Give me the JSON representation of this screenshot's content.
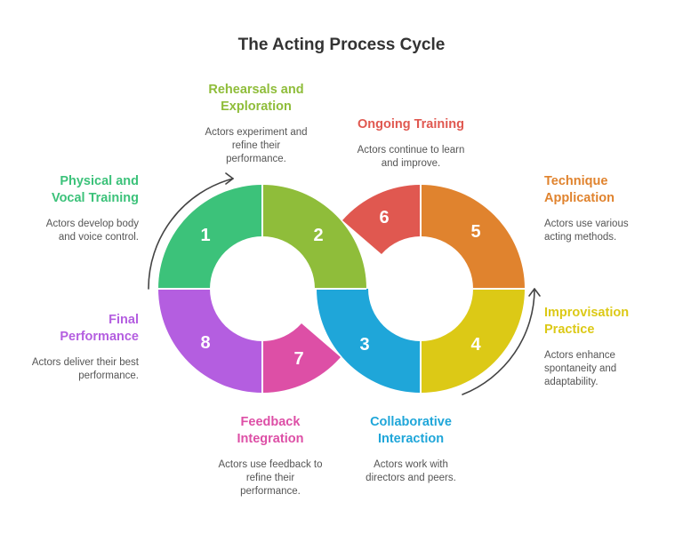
{
  "title": "The Acting Process Cycle",
  "steps": [
    {
      "number": "1",
      "heading_lines": [
        "Physical and",
        "Vocal Training"
      ],
      "desc_lines": [
        "Actors develop body",
        "and voice control."
      ],
      "color": "#3cc27a"
    },
    {
      "number": "2",
      "heading_lines": [
        "Rehearsals and",
        "Exploration"
      ],
      "desc_lines": [
        "Actors experiment and",
        "refine their",
        "performance."
      ],
      "color": "#8fbd3a"
    },
    {
      "number": "3",
      "heading_lines": [
        "Collaborative",
        "Interaction"
      ],
      "desc_lines": [
        "Actors work with",
        "directors and peers."
      ],
      "color": "#1fa6d9"
    },
    {
      "number": "4",
      "heading_lines": [
        "Improvisation",
        "Practice"
      ],
      "desc_lines": [
        "Actors enhance",
        "spontaneity and",
        "adaptability."
      ],
      "color": "#dcc916"
    },
    {
      "number": "5",
      "heading_lines": [
        "Technique",
        "Application"
      ],
      "desc_lines": [
        "Actors use various",
        "acting methods."
      ],
      "color": "#e0832e"
    },
    {
      "number": "6",
      "heading_lines": [
        "Ongoing Training"
      ],
      "desc_lines": [
        "Actors continue to learn",
        "and improve."
      ],
      "color": "#e05850"
    },
    {
      "number": "7",
      "heading_lines": [
        "Feedback",
        "Integration"
      ],
      "desc_lines": [
        "Actors use feedback to",
        "refine their",
        "performance."
      ],
      "color": "#dd4fa6"
    },
    {
      "number": "8",
      "heading_lines": [
        "Final",
        "Performance"
      ],
      "desc_lines": [
        "Actors deliver their best",
        "performance."
      ],
      "color": "#b45ee0"
    }
  ],
  "arrow_color": "#444444"
}
